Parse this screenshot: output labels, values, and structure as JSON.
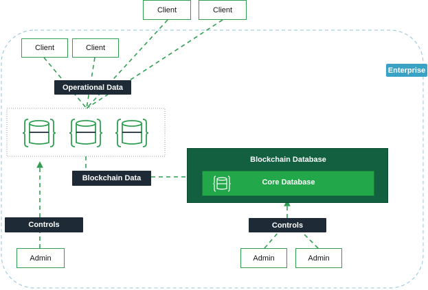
{
  "diagram": {
    "enterprise_label": "Enterprise",
    "clients": [
      "Client",
      "Client",
      "Client",
      "Client"
    ],
    "operational_data_label": "Operational Data",
    "blockchain_data_label": "Blockchain Data",
    "blockchain_database_label": "Blockchain Database",
    "core_database_label": "Core Database",
    "controls_labels": [
      "Controls",
      "Controls"
    ],
    "admins": [
      "Admin",
      "Admin",
      "Admin"
    ],
    "colors": {
      "connector_green": "#2f9e51",
      "boundary_blue": "#8fc3db",
      "dark_box": "#1e2a36",
      "blockchain_db_bg": "#12603f",
      "core_db_bg": "#22a84a",
      "enterprise_badge": "#3aa2c5"
    }
  }
}
